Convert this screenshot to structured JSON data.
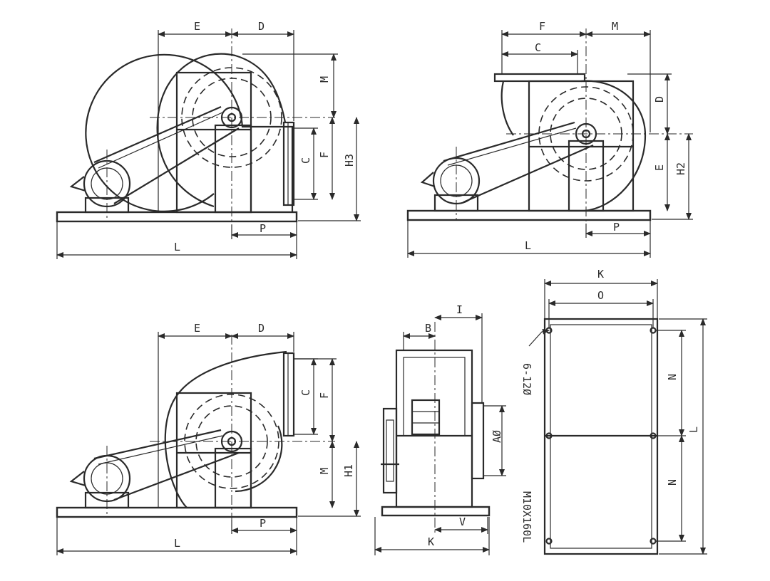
{
  "views": {
    "top_left": {
      "E": "E",
      "D": "D",
      "M": "M",
      "C": "C",
      "F": "F",
      "H3": "H3",
      "P": "P",
      "L": "L"
    },
    "top_right": {
      "F": "F",
      "M": "M",
      "C": "C",
      "D": "D",
      "E": "E",
      "H2": "H2",
      "P": "P",
      "L": "L"
    },
    "bottom_left": {
      "E": "E",
      "D": "D",
      "C": "C",
      "F": "F",
      "M": "M",
      "H1": "H1",
      "P": "P",
      "L": "L"
    },
    "side": {
      "B": "B",
      "I": "I",
      "A": "AØ",
      "V": "V",
      "K": "K"
    },
    "base_plan": {
      "K": "K",
      "O": "O",
      "N1": "N",
      "N2": "N",
      "L": "L",
      "holes": "6-12Ø",
      "bolts": "M10X160L"
    }
  },
  "colors": {
    "ink": "#2a2a2a",
    "paper": "#ffffff"
  }
}
